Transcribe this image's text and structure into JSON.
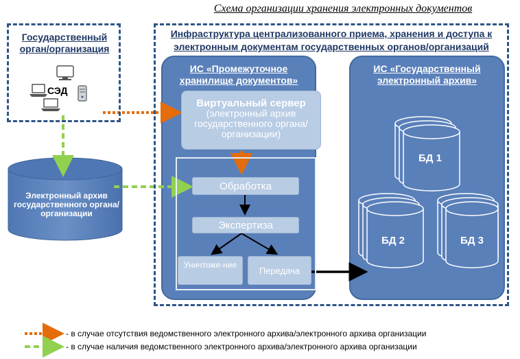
{
  "title": "Схема организации хранения электронных документов",
  "org": {
    "title": "Государственный орган/организация",
    "sed_label": "СЭД"
  },
  "archive_label": "Электронный архив государственного органа/организации",
  "infra_title": "Инфраструктура централизованного приема, хранения и доступа к электронным документам государственных органов/организаций",
  "is_intermediate": {
    "title": "ИС «Промежуточное хранилище документов»",
    "server_title": "Виртуальный сервер",
    "server_subtitle": "(электронный архив государственного органа/организации)",
    "steps": {
      "processing": "Обработка",
      "expertise": "Экспертиза",
      "destruction": "Уничтоже-ние",
      "transfer": "Передача"
    }
  },
  "is_archive": {
    "title": "ИС «Государственный электронный архив»",
    "databases": [
      "БД 1",
      "БД 2",
      "БД 3"
    ]
  },
  "legend": [
    {
      "color": "#e46c0a",
      "text": "- в случае отсутствия ведомственного электронного архива/электронного архива организации"
    },
    {
      "color": "#92d050",
      "text": "- в случае наличия ведомственного электронного архива/электронного архива организации"
    }
  ],
  "colors": {
    "orange_arrow": "#e46c0a",
    "green_arrow": "#92d050",
    "is_fill": "#5a80ba",
    "box_fill": "#b8cce4",
    "frame": "#2e5586"
  }
}
